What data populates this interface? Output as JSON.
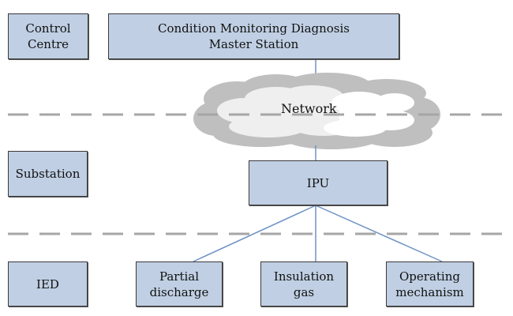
{
  "diagram": {
    "tiers": [
      {
        "label": "Control\nCentre"
      },
      {
        "label": "Substation"
      },
      {
        "label": "IED"
      }
    ],
    "master_station": {
      "label": "Condition Monitoring Diagnosis\nMaster Station"
    },
    "network": {
      "label": "Network"
    },
    "ipu": {
      "label": "IPU"
    },
    "ied_nodes": [
      {
        "label": "Partial\ndischarge"
      },
      {
        "label": "Insulation\ngas"
      },
      {
        "label": "Operating\nmechanism"
      }
    ],
    "colors": {
      "box_fill": "#c0cfe3",
      "connector": "#6f93c4",
      "divider": "#a6a6a6",
      "cloud_outer": "#bfbfbf",
      "cloud_inner": "#efefef"
    }
  }
}
